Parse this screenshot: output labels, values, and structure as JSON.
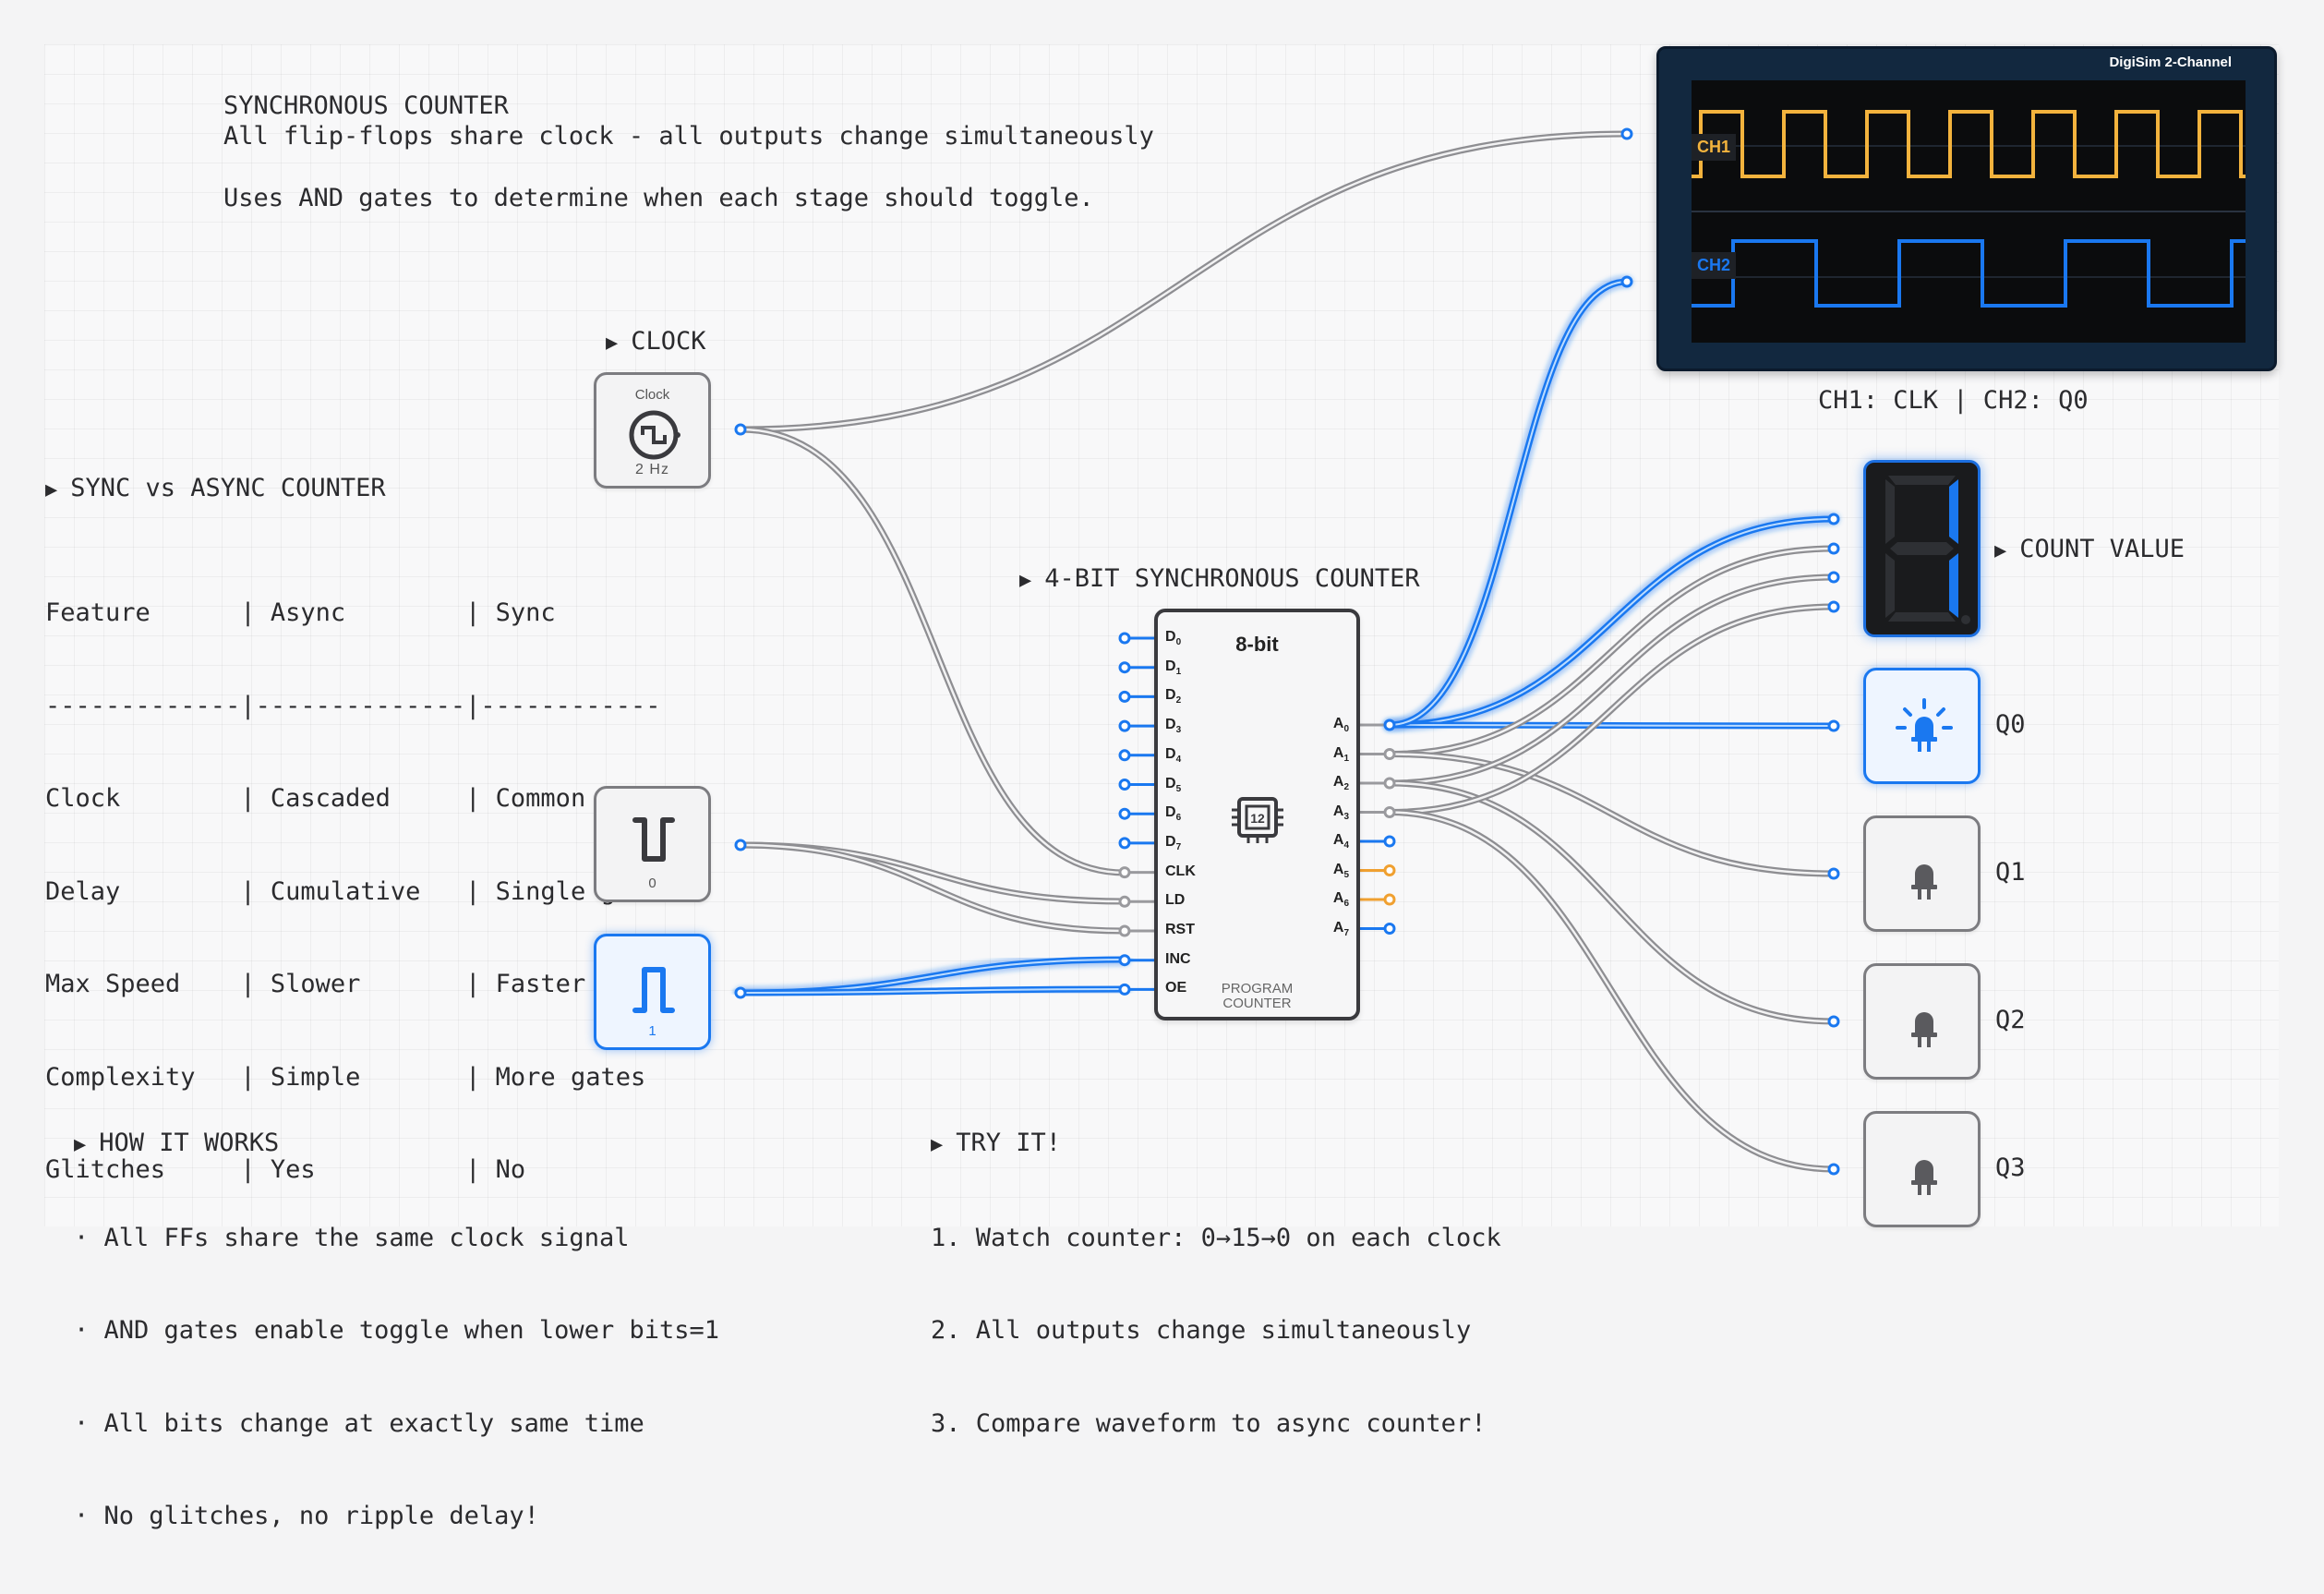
{
  "intro": {
    "title": "SYNCHRONOUS COUNTER",
    "line1": "All flip-flops share clock - all outputs change simultaneously",
    "line2": "Uses AND gates to determine when each stage should toggle."
  },
  "comparison": {
    "header": "SYNC vs ASYNC COUNTER",
    "table_lines": [
      "Feature      | Async        | Sync",
      "-------------|--------------|------------",
      "Clock        | Cascaded     | Common",
      "Delay        | Cumulative   | Single gate",
      "Max Speed    | Slower       | Faster",
      "Complexity   | Simple       | More gates",
      "Glitches     | Yes          | No"
    ]
  },
  "clock": {
    "section_label": "CLOCK",
    "title": "Clock",
    "freq": "2 Hz"
  },
  "switch_low": {
    "value": "0"
  },
  "switch_high": {
    "value": "1"
  },
  "counter": {
    "section_label": "4-BIT SYNCHRONOUS COUNTER",
    "width_label": "8-bit",
    "name_line1": "PROGRAM",
    "name_line2": "COUNTER",
    "data_pins": [
      "D0",
      "D1",
      "D2",
      "D3",
      "D4",
      "D5",
      "D6",
      "D7"
    ],
    "control_pins": [
      "CLK",
      "LD",
      "RST",
      "INC",
      "OE"
    ],
    "output_pins": [
      "A0",
      "A1",
      "A2",
      "A3",
      "A4",
      "A5",
      "A6",
      "A7"
    ]
  },
  "oscilloscope": {
    "title": "DigiSim 2-Channel",
    "ch1": "CH1",
    "ch2": "CH2",
    "caption": "CH1: CLK | CH2: Q0",
    "colors": {
      "ch1": "#f3b33d",
      "ch2": "#1a78f0"
    }
  },
  "display": {
    "label": "COUNT VALUE"
  },
  "leds": [
    {
      "label": "Q0",
      "on": true
    },
    {
      "label": "Q1",
      "on": false
    },
    {
      "label": "Q2",
      "on": false
    },
    {
      "label": "Q3",
      "on": false
    }
  ],
  "how_it_works": {
    "header": "HOW IT WORKS",
    "lines": [
      "All FFs share the same clock signal",
      "AND gates enable toggle when lower bits=1",
      "All bits change at exactly same time",
      "No glitches, no ripple delay!"
    ]
  },
  "try_it": {
    "header": "TRY IT!",
    "lines": [
      "1. Watch counter: 0→15→0 on each clock",
      "2. All outputs change simultaneously",
      "3. Compare waveform to async counter!"
    ]
  },
  "colors": {
    "accent": "#1a78f0",
    "wire": "#9a9a9e",
    "orange": "#f0a030"
  }
}
